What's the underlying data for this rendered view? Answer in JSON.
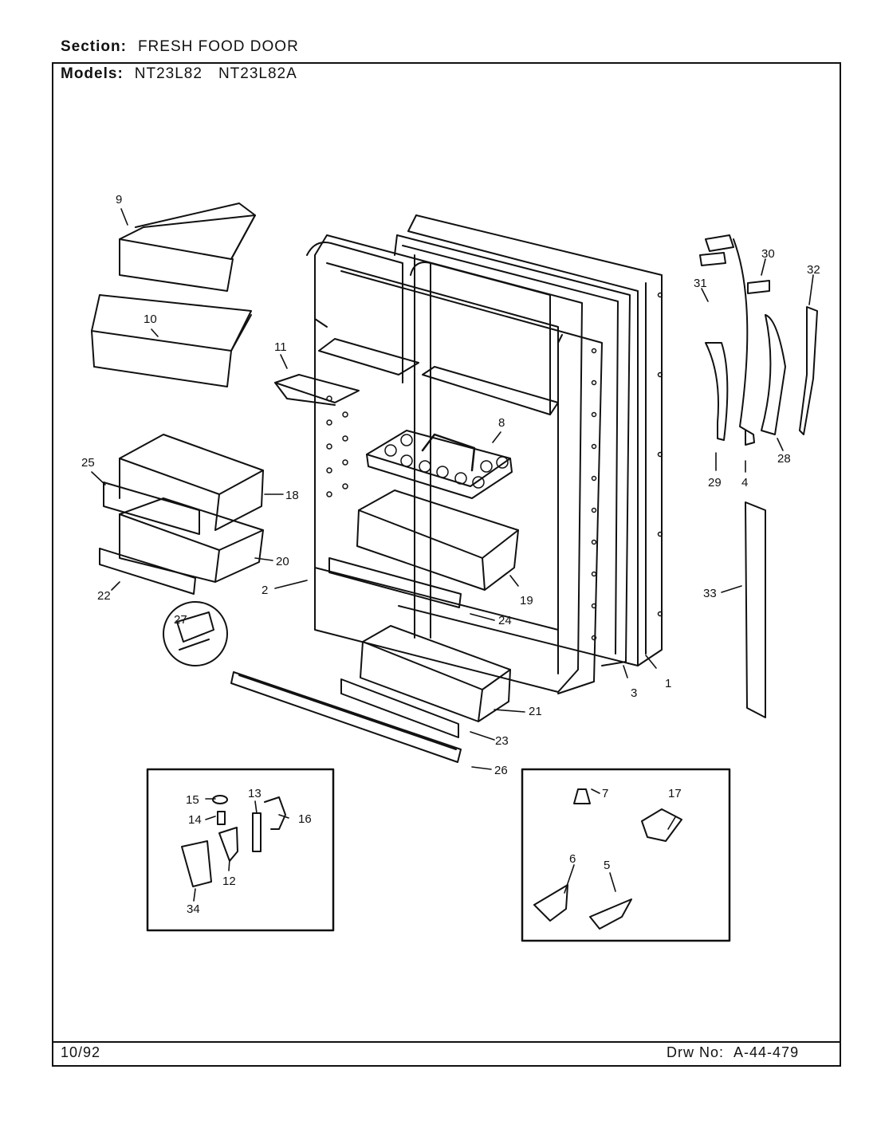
{
  "header": {
    "section_label": "Section:",
    "section_value": "FRESH FOOD DOOR",
    "models_label": "Models:",
    "models": [
      "NT23L82",
      "NT23L82A"
    ]
  },
  "footer": {
    "date": "10/92",
    "drawing_label": "Drw No:",
    "drawing_number": "A-44-479"
  },
  "callouts": [
    "9",
    "10",
    "11",
    "25",
    "18",
    "20",
    "22",
    "2",
    "8",
    "19",
    "24",
    "27",
    "21",
    "23",
    "26",
    "3",
    "1",
    "30",
    "31",
    "32",
    "28",
    "29",
    "4",
    "33",
    "15",
    "14",
    "13",
    "16",
    "12",
    "34",
    "7",
    "17",
    "6",
    "5"
  ]
}
